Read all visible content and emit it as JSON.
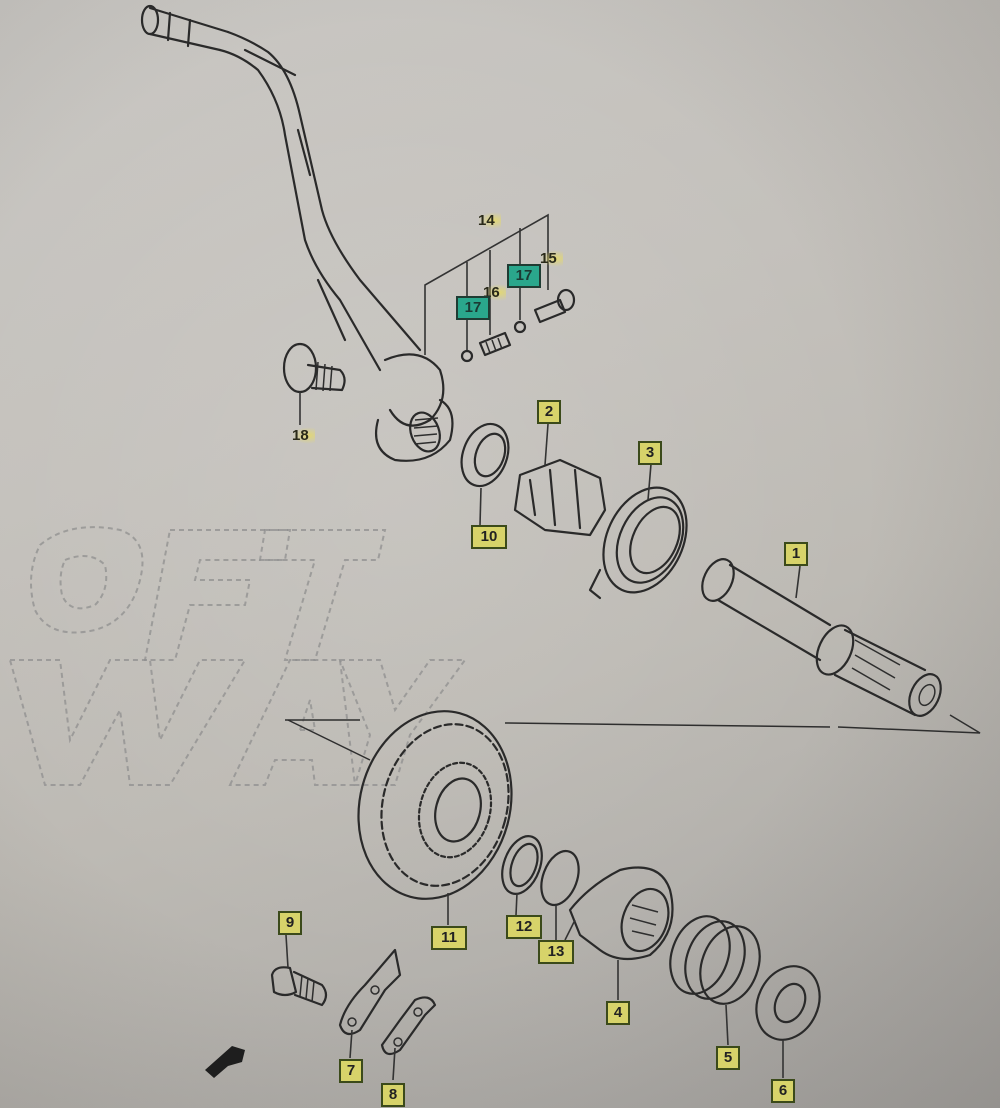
{
  "diagram": {
    "subject": "Kick starter assembly exploded parts diagram",
    "watermark": "OFF WAY",
    "colors": {
      "background": "#c5c2bd",
      "line": "#2a2a2a",
      "callout_fill": "#d7d36a",
      "callout_border": "#3b4a1a",
      "teal_callout_fill": "#2aa78c",
      "highlight": "#ebde5a"
    },
    "callouts": [
      {
        "id": "1",
        "label": "1",
        "part": "kick-starter-shaft"
      },
      {
        "id": "2",
        "label": "2",
        "part": "kick-starter-guide"
      },
      {
        "id": "3",
        "label": "3",
        "part": "kick-starter-return-spring"
      },
      {
        "id": "4",
        "label": "4",
        "part": "kick-starter-drive-gear"
      },
      {
        "id": "5",
        "label": "5",
        "part": "kick-starter-spring"
      },
      {
        "id": "6",
        "label": "6",
        "part": "washer"
      },
      {
        "id": "7",
        "label": "7",
        "part": "kick-starter-stopper-plate"
      },
      {
        "id": "8",
        "label": "8",
        "part": "stopper-plate"
      },
      {
        "id": "9",
        "label": "9",
        "part": "bolt"
      },
      {
        "id": "10",
        "label": "10",
        "part": "oil-seal"
      },
      {
        "id": "11",
        "label": "11",
        "part": "kick-starter-idle-gear"
      },
      {
        "id": "12",
        "label": "12",
        "part": "washer"
      },
      {
        "id": "13",
        "label": "13",
        "part": "circlip"
      },
      {
        "id": "14",
        "label": "14",
        "part": "kick-starter-lever-assembly"
      },
      {
        "id": "15",
        "label": "15",
        "part": "lever-bolt"
      },
      {
        "id": "16",
        "label": "16",
        "part": "spring"
      },
      {
        "id": "17a",
        "label": "17",
        "part": "ball"
      },
      {
        "id": "17b",
        "label": "17",
        "part": "ball"
      },
      {
        "id": "18",
        "label": "18",
        "part": "lever-mounting-bolt"
      }
    ],
    "direction_arrow": "front-direction-arrow"
  }
}
